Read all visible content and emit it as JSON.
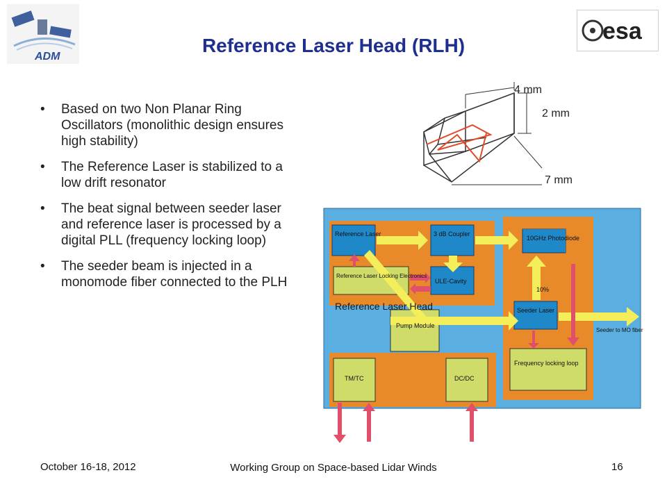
{
  "slide": {
    "title": "Reference Laser Head (RLH)",
    "bullets": [
      "Based on two Non Planar Ring Oscillators (monolithic design ensures high stability)",
      "The Reference Laser is stabilized to a low drift resonator",
      "The beat signal between seeder laser and reference laser is processed by a digital PLL (frequency locking loop)",
      "The seeder beam is injected in a monomode fiber connected to the PLH"
    ],
    "bullet_glyph": "•"
  },
  "logos": {
    "left_text": "ADM",
    "right_text": "esa"
  },
  "cavity_figure": {
    "dim_top": "4 mm",
    "dim_mid": "2 mm",
    "dim_bottom": "7 mm"
  },
  "block_diagram": {
    "reference_laser": "Reference Laser",
    "coupler": "3 dB Coupler",
    "photodiode": "10GHz Photodiode",
    "locking_electronics": "Reference Laser Locking Electronics",
    "ule_cavity": "ULE-Cavity",
    "rlh_label": "Reference Laser Head",
    "pump_module": "Pump Module",
    "seeder_laser": "Seeder Laser",
    "split": "10%",
    "output": "Seeder to MO fiber",
    "frequency_loop": "Frequency locking loop",
    "tmtc": "TM/TC",
    "dcdc": "DC/DC"
  },
  "footer": {
    "date": "October 16-18, 2012",
    "center": "Working Group on Space-based Lidar Winds",
    "page": "16"
  },
  "colors": {
    "title": "#1f2f8f",
    "diagram_bg": "#5aaee0",
    "orange_panel": "#e8892a",
    "box_blue": "#1e88c8",
    "box_green": "#cfdc6a",
    "arrow_yellow": "#f4ee5a",
    "arrow_red": "#e0506a"
  }
}
